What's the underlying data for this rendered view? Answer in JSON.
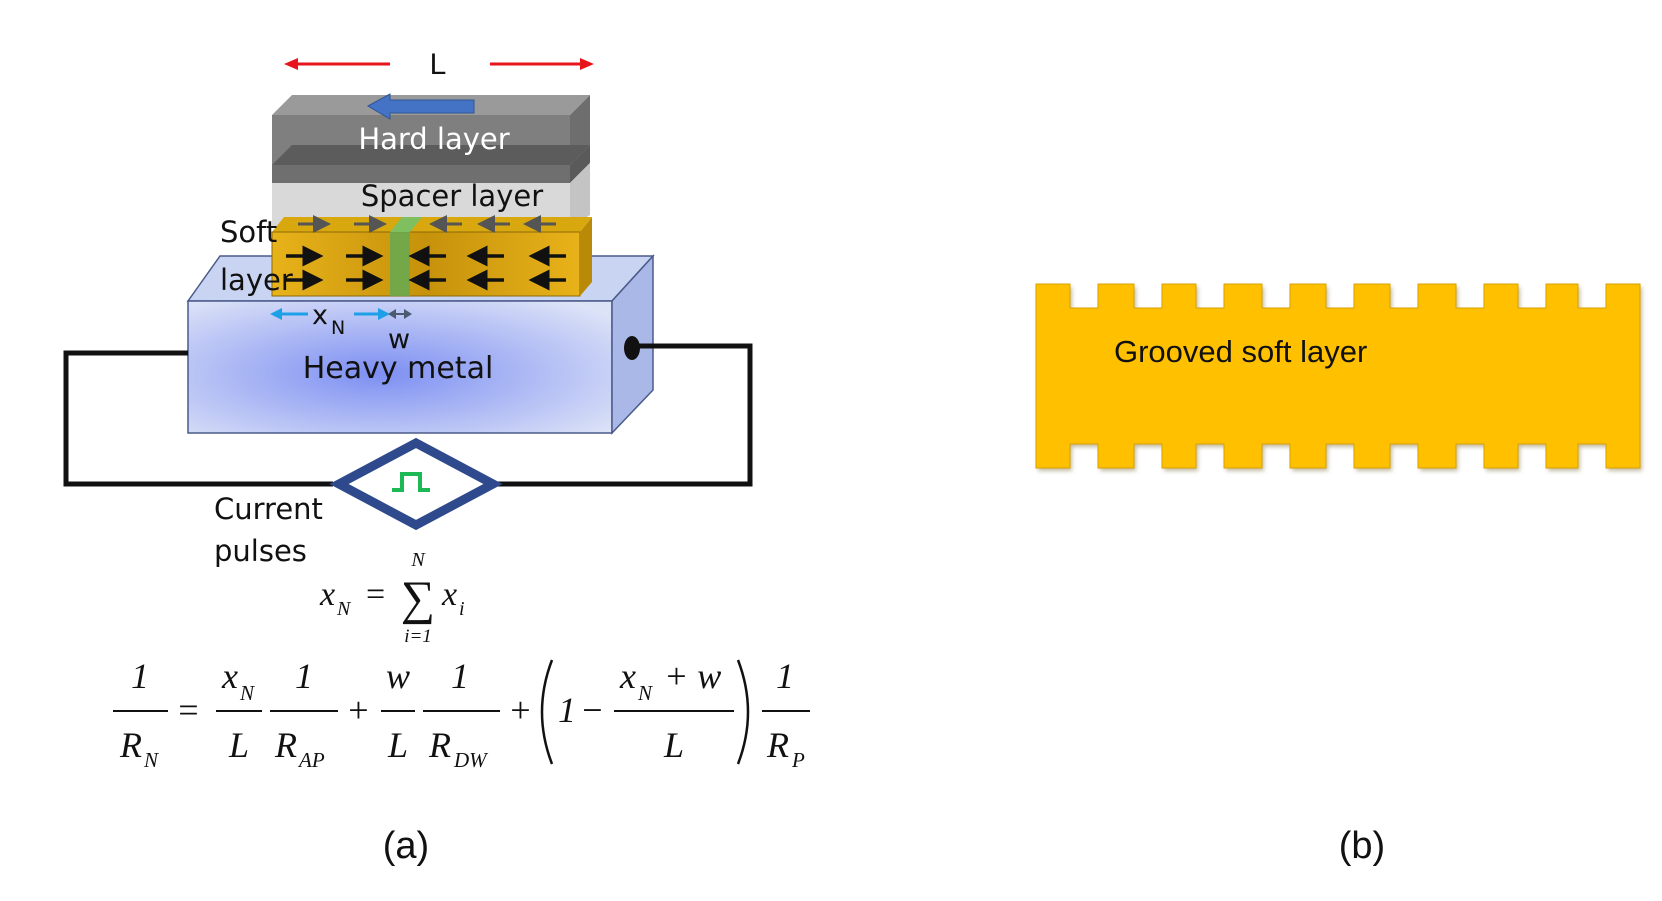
{
  "panel_a": {
    "length_label": "L",
    "hard_layer": "Hard layer",
    "spacer_layer": "Spacer layer",
    "soft_layer_line1": "Soft",
    "soft_layer_line2": "layer",
    "position_label": "x",
    "position_sub": "N",
    "dw_width_label": "w",
    "heavy_metal": "Heavy metal",
    "current_line1": "Current",
    "current_line2": "pulses",
    "caption": "(a)"
  },
  "equation1": {
    "lhs": "x",
    "lhs_sub": "N",
    "equals": "=",
    "sum_upper": "N",
    "sum_lower": "i=1",
    "sum_symbol": "∑",
    "term": "x",
    "term_sub": "i"
  },
  "equation2": {
    "one": "1",
    "R": "R",
    "sub_N": "N",
    "x": "x",
    "L": "L",
    "sub_AP": "AP",
    "w": "w",
    "sub_DW": "DW",
    "sub_P": "P",
    "plus": "+",
    "minus": "−",
    "equals": "=",
    "plus_w": "+ w"
  },
  "panel_b": {
    "label": "Grooved soft layer",
    "caption": "(b)"
  },
  "colors": {
    "arrow_red": "#e8141b",
    "hard_layer": "#7f7f7f",
    "spacer": "#d9d9d9",
    "soft_layer": "#e0a60c",
    "dw_green": "#6aa84f",
    "heavy_metal": "#c7d2f0",
    "blue_arrow": "#4472c4",
    "cyan_arrow": "#1ea0e8",
    "pulse_frame": "#2e4a8c",
    "pulse_green": "#1db954",
    "grooved": "#ffc000"
  }
}
